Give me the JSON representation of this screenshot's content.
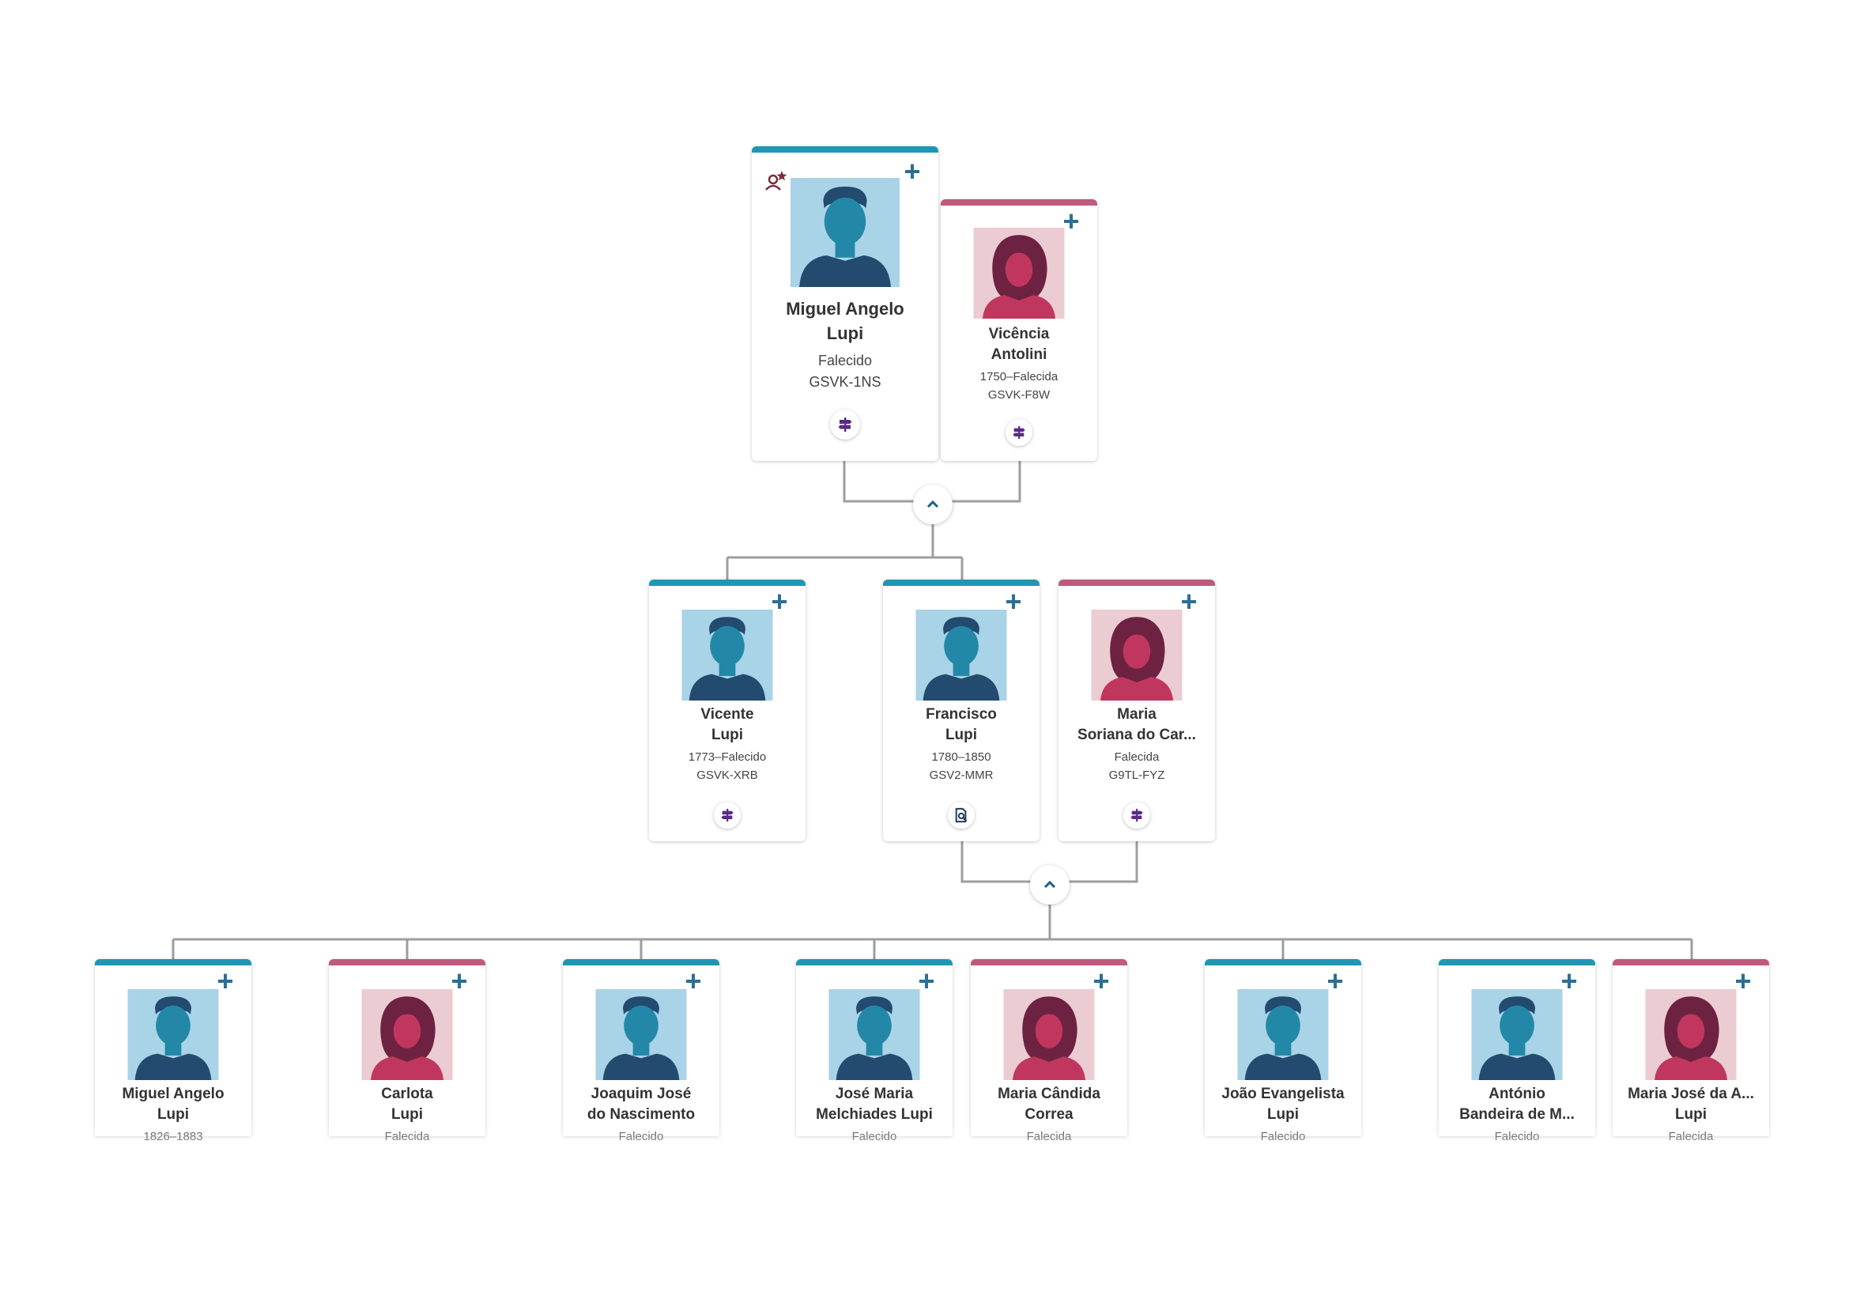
{
  "colors": {
    "male_accent": "#1f97b4",
    "female_accent": "#c1587e",
    "plus": "#2b6f93",
    "connector": "#9e9e9e",
    "action_icon": "#5a2a86"
  },
  "generation_1": {
    "father": {
      "name_line1": "Miguel Angelo",
      "name_line2": "Lupi",
      "lifespan": "Falecido",
      "id": "GSVK-1NS",
      "icon": "signpost-icon"
    },
    "mother": {
      "name_line1": "Vicência",
      "name_line2": "Antolini",
      "lifespan": "1750–Falecida",
      "id": "GSVK-F8W",
      "icon": "signpost-icon"
    }
  },
  "generation_2": {
    "vicente": {
      "name_line1": "Vicente",
      "name_line2": "Lupi",
      "lifespan": "1773–Falecido",
      "id": "GSVK-XRB",
      "icon": "signpost-icon"
    },
    "francisco": {
      "name_line1": "Francisco",
      "name_line2": "Lupi",
      "lifespan": "1780–1850",
      "id": "GSV2-MMR",
      "icon": "record-search-icon"
    },
    "maria": {
      "name_line1": "Maria",
      "name_line2": "Soriana do Car...",
      "lifespan": "Falecida",
      "id": "G9TL-FYZ",
      "icon": "signpost-icon"
    }
  },
  "generation_3": [
    {
      "name_line1": "Miguel Angelo",
      "name_line2": "Lupi",
      "lifespan": "1826–1883",
      "sex": "male"
    },
    {
      "name_line1": "Carlota",
      "name_line2": "Lupi",
      "lifespan": "Falecida",
      "sex": "female"
    },
    {
      "name_line1": "Joaquim José",
      "name_line2": "do Nascimento",
      "lifespan": "Falecido",
      "sex": "male"
    },
    {
      "name_line1": "José Maria",
      "name_line2": "Melchiades Lupi",
      "lifespan": "Falecido",
      "sex": "male"
    },
    {
      "name_line1": "Maria Cândida",
      "name_line2": "Correa",
      "lifespan": "Falecida",
      "sex": "female"
    },
    {
      "name_line1": "João Evangelista",
      "name_line2": "Lupi",
      "lifespan": "Falecido",
      "sex": "male"
    },
    {
      "name_line1": "António",
      "name_line2": "Bandeira de M...",
      "lifespan": "Falecido",
      "sex": "male"
    },
    {
      "name_line1": "Maria José da A...",
      "name_line2": "Lupi",
      "lifespan": "Falecida",
      "sex": "female"
    }
  ]
}
